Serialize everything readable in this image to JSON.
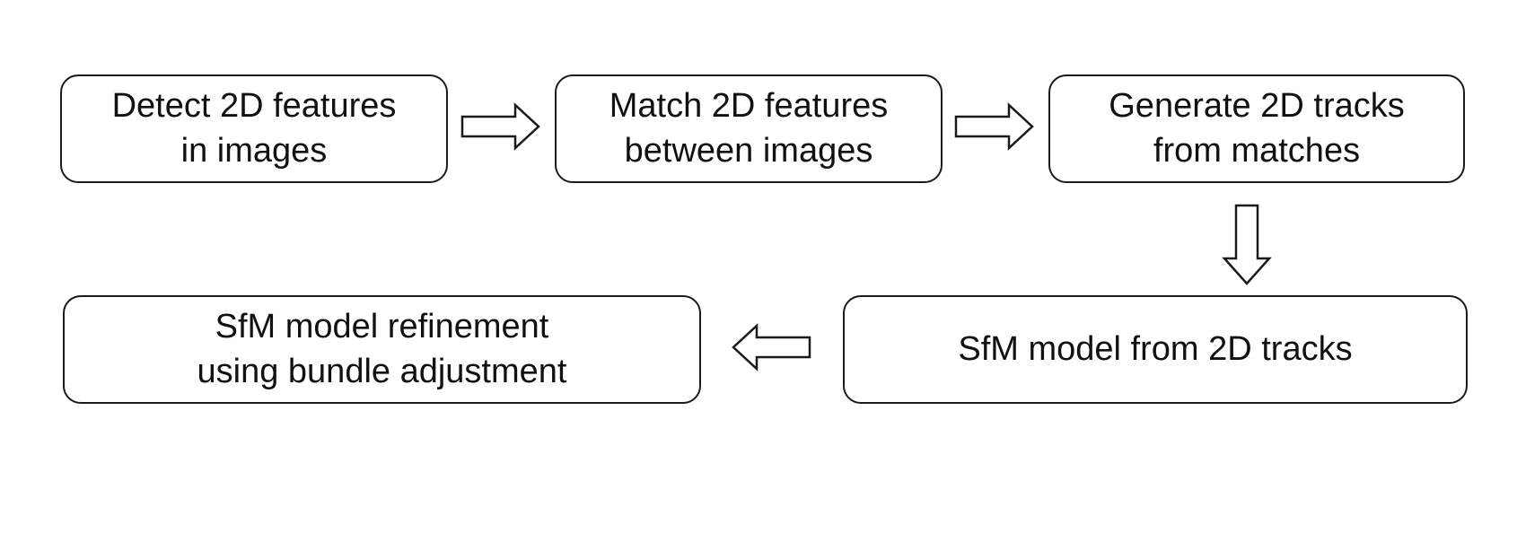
{
  "steps": [
    {
      "line1": "Detect 2D features",
      "line2": "in images"
    },
    {
      "line1": "Match 2D features",
      "line2": "between images"
    },
    {
      "line1": "Generate 2D tracks",
      "line2": "from matches"
    },
    {
      "line1": "SfM model refinement",
      "line2": "using bundle adjustment"
    },
    {
      "line1": "SfM model from 2D tracks"
    }
  ],
  "flow": [
    "right",
    "right",
    "down",
    "left"
  ],
  "colors": {
    "stroke": "#1a1a1a",
    "fill": "#ffffff",
    "text": "#111111"
  }
}
